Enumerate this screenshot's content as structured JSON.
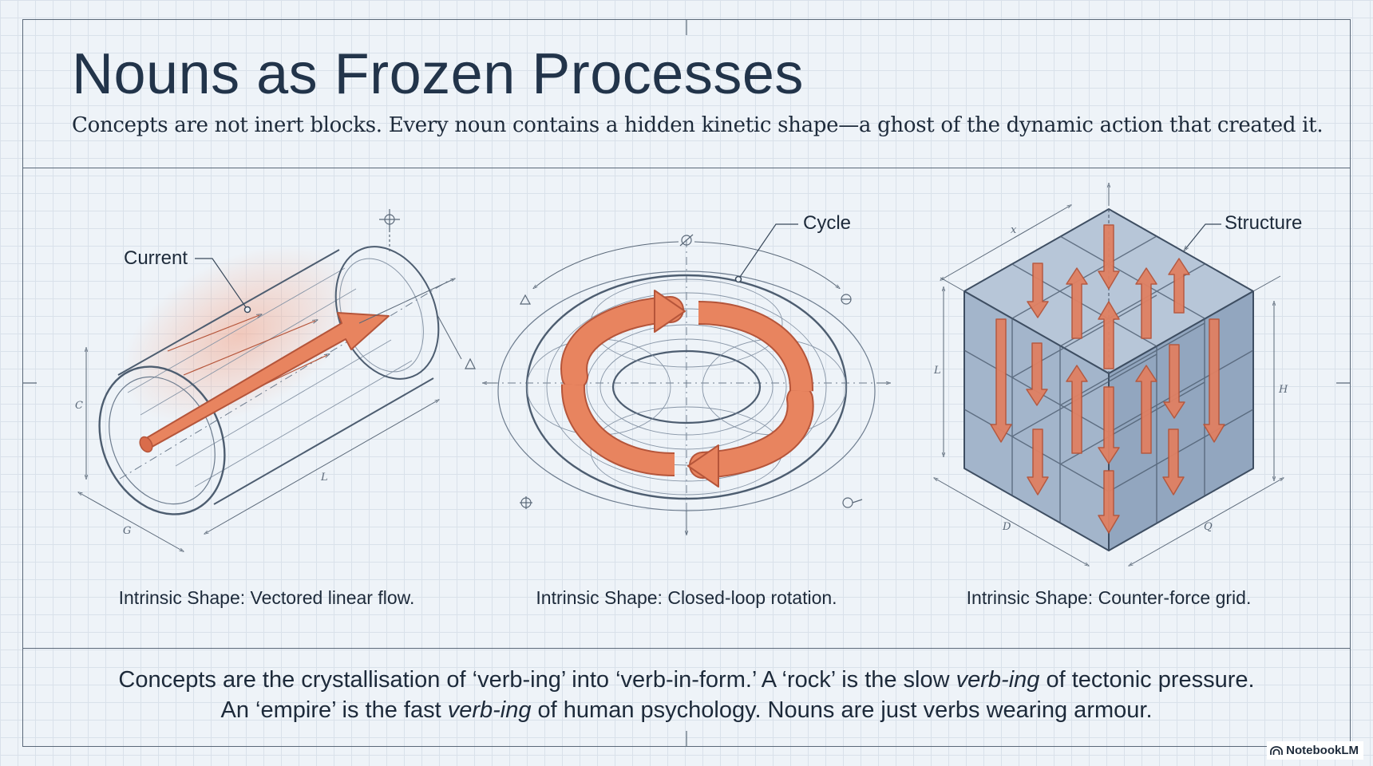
{
  "title": "Nouns as Frozen Processes",
  "subtitle": "Concepts are not inert blocks. Every noun contains a hidden kinetic shape—a ghost of the dynamic action that created it.",
  "panels": [
    {
      "callout": "Current",
      "caption": "Intrinsic Shape: Vectored linear flow."
    },
    {
      "callout": "Cycle",
      "caption": "Intrinsic Shape: Closed-loop rotation."
    },
    {
      "callout": "Structure",
      "caption": "Intrinsic Shape: Counter-force grid."
    }
  ],
  "bottom": {
    "line1_a": "Concepts are the crystallisation of ‘verb-ing’ into ‘verb-in-form.’ A ‘rock’ is the slow ",
    "line1_em": "verb-ing",
    "line1_b": " of tectonic pressure.",
    "line2_a": "An ‘empire’ is the fast ",
    "line2_em": "verb-ing",
    "line2_b": " of human psychology. Nouns are just verbs wearing armour."
  },
  "dimension_marks": {
    "cyl_left": "C",
    "cyl_bottom": "G",
    "cyl_length": "L",
    "cube_top": "x",
    "cube_left": "L",
    "cube_right": "H",
    "cube_bottom_left": "D",
    "cube_bottom_right": "Q"
  },
  "badge": {
    "icon": "notebooklm-logo-icon",
    "label": "NotebookLM"
  },
  "colors": {
    "ink": "#1d2a3a",
    "line": "#5a6878",
    "arrow": "#e0795a",
    "arrow_stroke": "#b5553a",
    "cube_fill": "#aebfd4",
    "paper": "#eef3f8"
  }
}
